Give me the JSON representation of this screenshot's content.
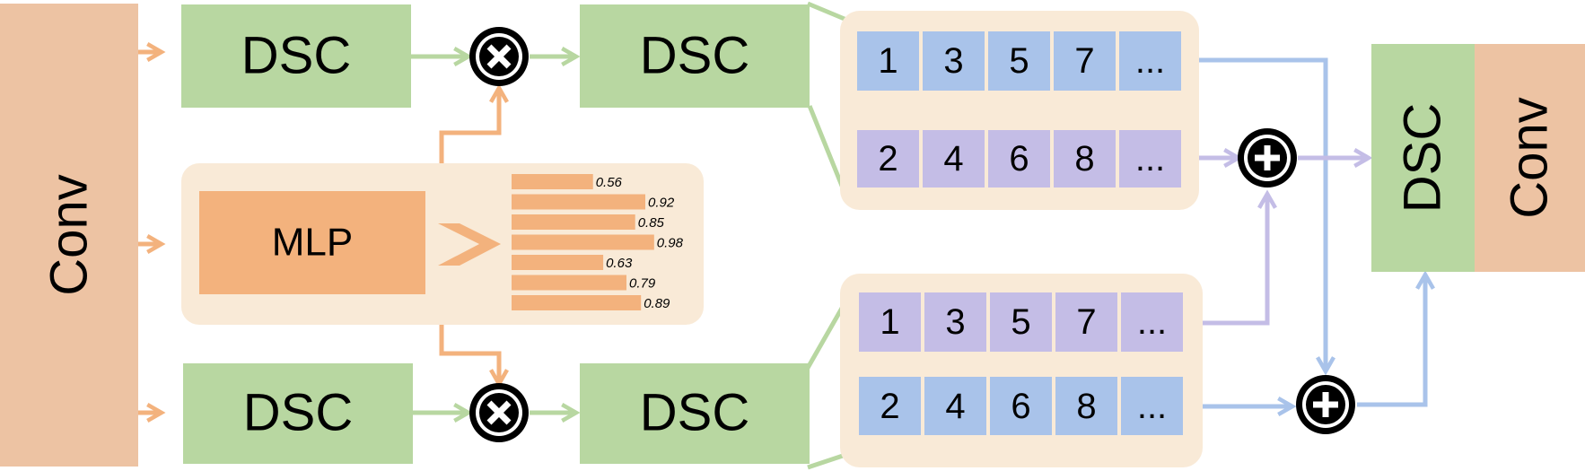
{
  "colors": {
    "conv": "#EDC3A3",
    "dsc": "#B8D7A1",
    "panel": "#F9EAD7",
    "cell_blue": "#A9C3EA",
    "cell_purple": "#C4BDE6",
    "mlp": "#F3B27D",
    "arrow_green": "#B8D7A1",
    "arrow_orange": "#F3B27D",
    "arrow_blue": "#A9C3EA",
    "arrow_purple": "#C4BDE6"
  },
  "labels": {
    "conv_left": "Conv",
    "conv_right": "Conv",
    "dsc_top_1": "DSC",
    "dsc_top_2": "DSC",
    "dsc_bottom_1": "DSC",
    "dsc_bottom_2": "DSC",
    "dsc_right": "DSC",
    "mlp": "MLP"
  },
  "operators": {
    "multiply_top": "multiply",
    "multiply_bottom": "multiply",
    "add_top": "add",
    "add_bottom": "add"
  },
  "panels": {
    "top": {
      "row1": [
        "1",
        "3",
        "5",
        "7",
        "..."
      ],
      "row2": [
        "2",
        "4",
        "6",
        "8",
        "..."
      ]
    },
    "bottom": {
      "row1": [
        "1",
        "3",
        "5",
        "7",
        "..."
      ],
      "row2": [
        "2",
        "4",
        "6",
        "8",
        "..."
      ]
    }
  },
  "chart_data": {
    "type": "bar",
    "orientation": "horizontal",
    "values": [
      0.56,
      0.92,
      0.85,
      0.98,
      0.63,
      0.79,
      0.89
    ],
    "labels": [
      "0.56",
      "0.92",
      "0.85",
      "0.98",
      "0.63",
      "0.79",
      "0.89"
    ],
    "xlim": [
      0,
      1
    ]
  }
}
